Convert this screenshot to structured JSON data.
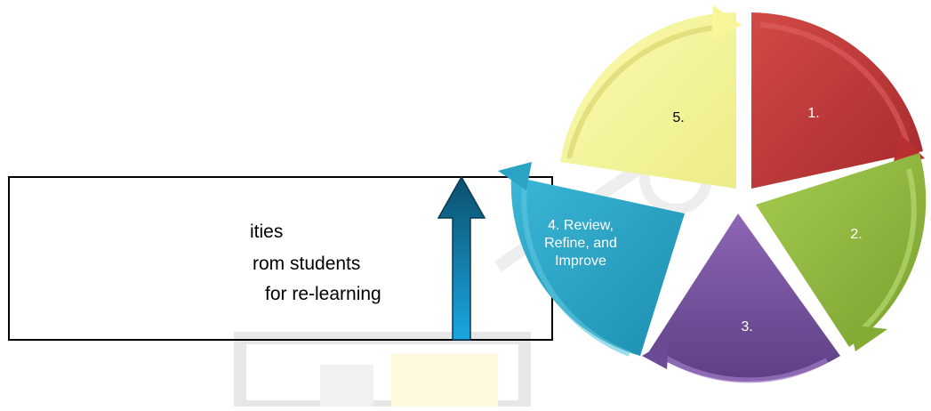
{
  "textbox": {
    "line1": "ities",
    "line2": "rom students",
    "line3": "for re-learning"
  },
  "cycle": {
    "segments": [
      {
        "number": "1.",
        "label": "",
        "color": "#c0393a"
      },
      {
        "number": "2.",
        "label": "",
        "color": "#8fb83b"
      },
      {
        "number": "3.",
        "label": "",
        "color": "#7a55a0"
      },
      {
        "number": "4.",
        "label": "Review, Refine, and Improve",
        "color": "#2aa3c4"
      },
      {
        "number": "5.",
        "label": "",
        "color": "#f7f69a"
      }
    ]
  },
  "seg_text": {
    "s1": "1.",
    "s2": "2.",
    "s3": "3.",
    "s4a": "4.  Review,",
    "s4b": "Refine, and",
    "s4c": "Improve",
    "s5": "5."
  },
  "colors": {
    "red": "#c0393a",
    "green": "#8fb83b",
    "purple": "#7a55a0",
    "teal": "#2aa3c4",
    "yellow": "#f7f69a",
    "arrow_dark": "#0b4f6c",
    "arrow_light": "#1aa7e2"
  }
}
